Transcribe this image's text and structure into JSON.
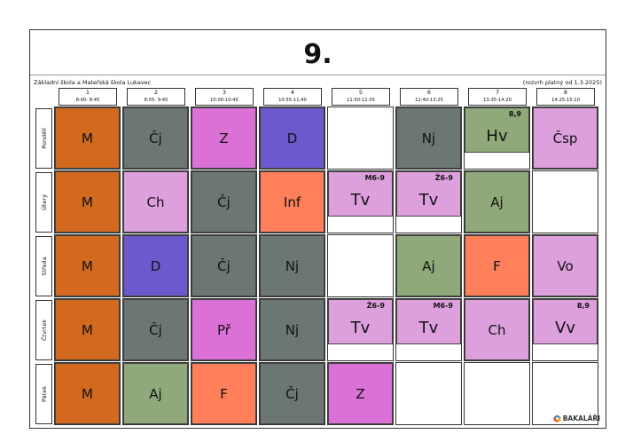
{
  "title": "9.",
  "school": "Základní škola a Mateřská škola Lukavec",
  "valid": "(rozvrh platný od 1.3.2025)",
  "logo": "BAKALÁŘI",
  "colors": {
    "M": "#d2691e",
    "Čj": "#6b7675",
    "Z": "#db70d6",
    "D": "#6a5acd",
    "Nj": "#6b7675",
    "Hv": "#8fa97a",
    "Čsp": "#dda0dd",
    "Ch": "#dda0dd",
    "Inf": "#ff7f5a",
    "Tv": "#dda0dd",
    "Aj": "#8fa97a",
    "F": "#ff7f5a",
    "Vo": "#dda0dd",
    "Př": "#db70d6",
    "Vv": "#dda0dd"
  },
  "periods": [
    {
      "num": "1",
      "time": "8:00- 8:45"
    },
    {
      "num": "2",
      "time": "8:55- 9:40"
    },
    {
      "num": "3",
      "time": "10:00-10:45"
    },
    {
      "num": "4",
      "time": "10:55-11:40"
    },
    {
      "num": "5",
      "time": "11:50-12:35"
    },
    {
      "num": "6",
      "time": "12:40-13:25"
    },
    {
      "num": "7",
      "time": "13:35-14:20"
    },
    {
      "num": "8",
      "time": "14:25-15:10"
    }
  ],
  "days": [
    {
      "name": "Pondělí",
      "lessons": [
        {
          "p": 1,
          "subject": "M"
        },
        {
          "p": 2,
          "subject": "Čj"
        },
        {
          "p": 3,
          "subject": "Z"
        },
        {
          "p": 4,
          "subject": "D"
        },
        {
          "p": 6,
          "subject": "Nj"
        },
        {
          "p": 7,
          "subject": "Hv",
          "group": "8,9",
          "small": true
        },
        {
          "p": 8,
          "subject": "Čsp"
        }
      ]
    },
    {
      "name": "Úterý",
      "lessons": [
        {
          "p": 1,
          "subject": "M"
        },
        {
          "p": 2,
          "subject": "Ch"
        },
        {
          "p": 3,
          "subject": "Čj"
        },
        {
          "p": 4,
          "subject": "Inf"
        },
        {
          "p": 5,
          "subject": "Tv",
          "group": "M6-9",
          "small": true
        },
        {
          "p": 6,
          "subject": "Tv",
          "group": "Ž6-9",
          "small": true
        },
        {
          "p": 7,
          "subject": "Aj"
        }
      ]
    },
    {
      "name": "Středa",
      "lessons": [
        {
          "p": 1,
          "subject": "M"
        },
        {
          "p": 2,
          "subject": "D"
        },
        {
          "p": 3,
          "subject": "Čj"
        },
        {
          "p": 4,
          "subject": "Nj"
        },
        {
          "p": 6,
          "subject": "Aj"
        },
        {
          "p": 7,
          "subject": "F"
        },
        {
          "p": 8,
          "subject": "Vo"
        }
      ]
    },
    {
      "name": "Čtvrtek",
      "lessons": [
        {
          "p": 1,
          "subject": "M"
        },
        {
          "p": 2,
          "subject": "Čj"
        },
        {
          "p": 3,
          "subject": "Př"
        },
        {
          "p": 4,
          "subject": "Nj"
        },
        {
          "p": 5,
          "subject": "Tv",
          "group": "Ž6-9",
          "small": true
        },
        {
          "p": 6,
          "subject": "Tv",
          "group": "M6-9",
          "small": true
        },
        {
          "p": 7,
          "subject": "Ch"
        },
        {
          "p": 8,
          "subject": "Vv",
          "group": "8,9",
          "small": true
        }
      ]
    },
    {
      "name": "Pátek",
      "lessons": [
        {
          "p": 1,
          "subject": "M"
        },
        {
          "p": 2,
          "subject": "Aj"
        },
        {
          "p": 3,
          "subject": "F"
        },
        {
          "p": 4,
          "subject": "Čj"
        },
        {
          "p": 5,
          "subject": "Z"
        }
      ]
    }
  ]
}
